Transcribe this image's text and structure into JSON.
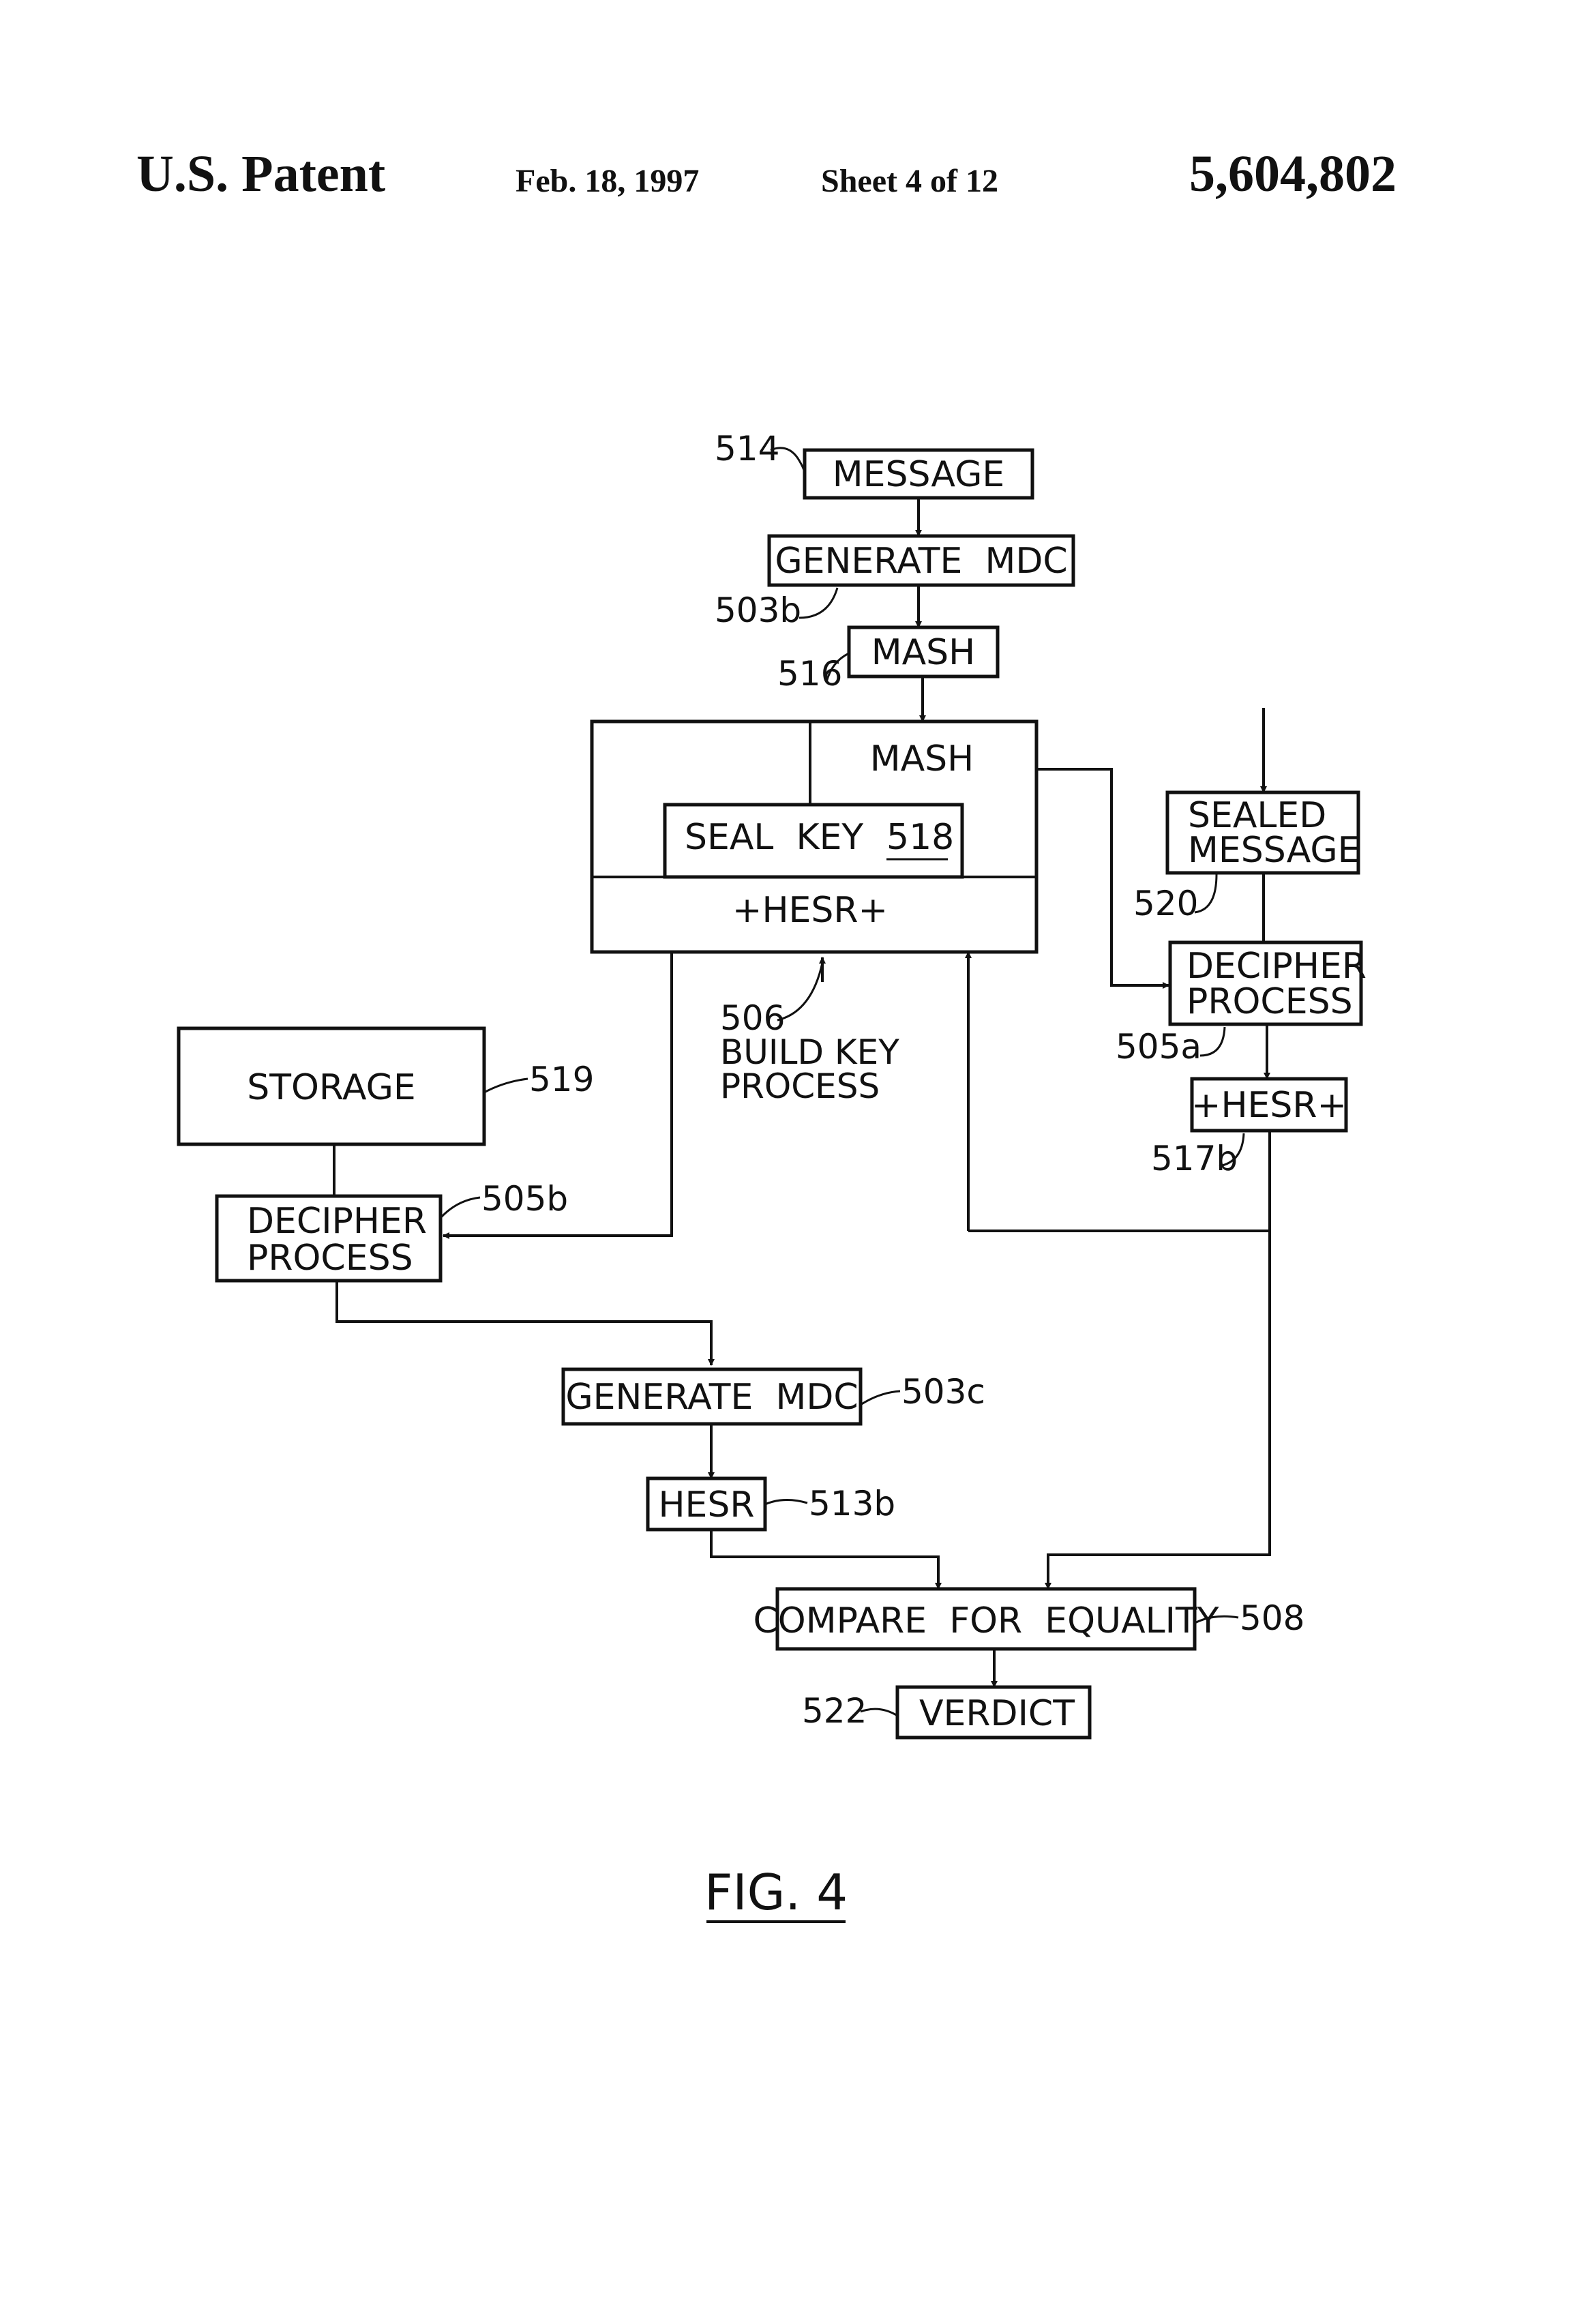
{
  "header": {
    "title": "U.S. Patent",
    "date": "Feb. 18, 1997",
    "sheet": "Sheet 4 of 12",
    "patent_number": "5,604,802"
  },
  "diagram": {
    "nodes": {
      "message": "MESSAGE",
      "generate_mdc_top": "GENERATE  MDC",
      "mash_top": "MASH",
      "build_key_mash": "MASH",
      "seal_key": "SEAL  KEY",
      "seal_key_ref": "518",
      "build_key_hesr": "+HESR+",
      "sealed_message_line1": "SEALED",
      "sealed_message_line2": "MESSAGE",
      "decipher_a_line1": "DECIPHER",
      "decipher_a_line2": "PROCESS",
      "hesr_a": "+HESR+",
      "storage": "STORAGE",
      "decipher_b_line1": "DECIPHER",
      "decipher_b_line2": "PROCESS",
      "generate_mdc_bottom": "GENERATE  MDC",
      "hesr_b": "HESR",
      "compare": "COMPARE  FOR  EQUALITY",
      "verdict": "VERDICT"
    },
    "refs": {
      "r514": "514",
      "r503b": "503b",
      "r516": "516",
      "r506": "506",
      "r506_line1": "BUILD KEY",
      "r506_line2": "PROCESS",
      "r520": "520",
      "r505a": "505a",
      "r517b": "517b",
      "r519": "519",
      "r505b": "505b",
      "r503c": "503c",
      "r513b": "513b",
      "r508": "508",
      "r522": "522"
    },
    "figure_label": "FIG. 4"
  }
}
